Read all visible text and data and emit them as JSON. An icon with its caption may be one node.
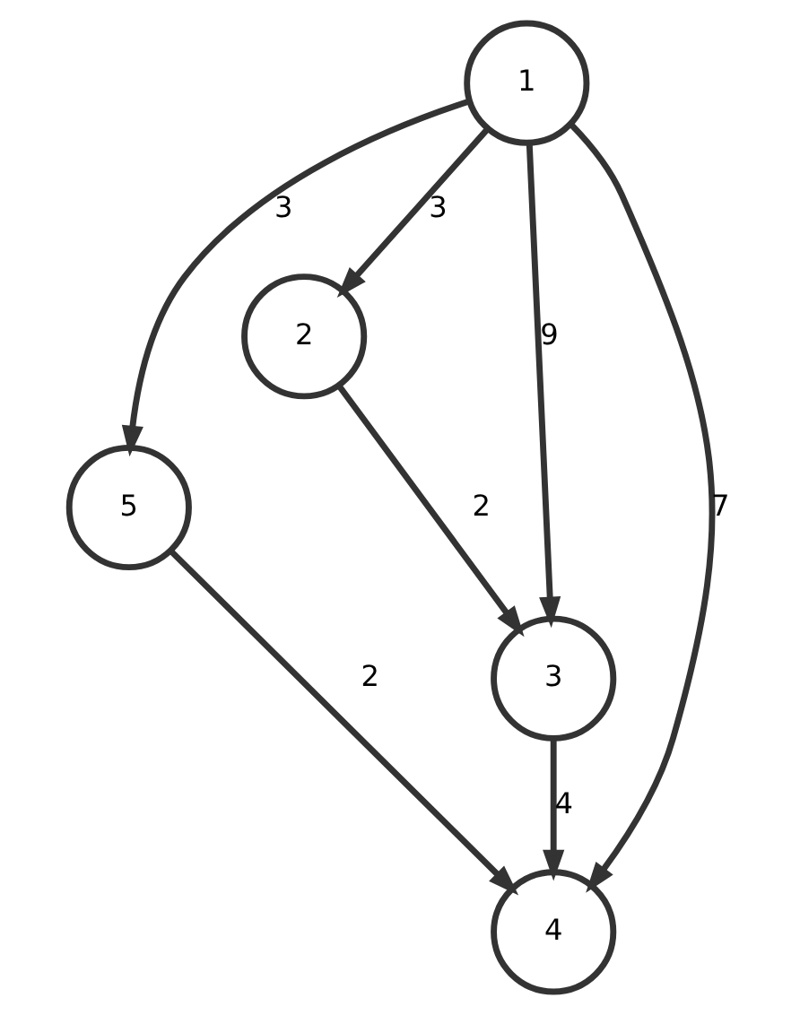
{
  "diagram": {
    "nodes": [
      {
        "text": [
          "1"
        ]
      },
      {
        "text": [
          "2"
        ]
      },
      {
        "text": [
          "5"
        ]
      },
      {
        "text": [
          "3"
        ]
      },
      {
        "text": [
          "4"
        ]
      }
    ],
    "edges": [
      {
        "from": 0,
        "to": 1,
        "arrow": "to",
        "label": "3"
      },
      {
        "from": 0,
        "to": 2,
        "arrow": "to",
        "label": "3"
      },
      {
        "from": 0,
        "to": 4,
        "arrow": "to",
        "label": "7"
      },
      {
        "from": 0,
        "to": 3,
        "arrow": "to",
        "label": "9"
      },
      {
        "from": 1,
        "to": 3,
        "arrow": "to",
        "label": "2"
      },
      {
        "from": 2,
        "to": 4,
        "arrow": "to",
        "label": "2"
      },
      {
        "from": 3,
        "to": 4,
        "arrow": "to",
        "label": "4"
      }
    ]
  }
}
